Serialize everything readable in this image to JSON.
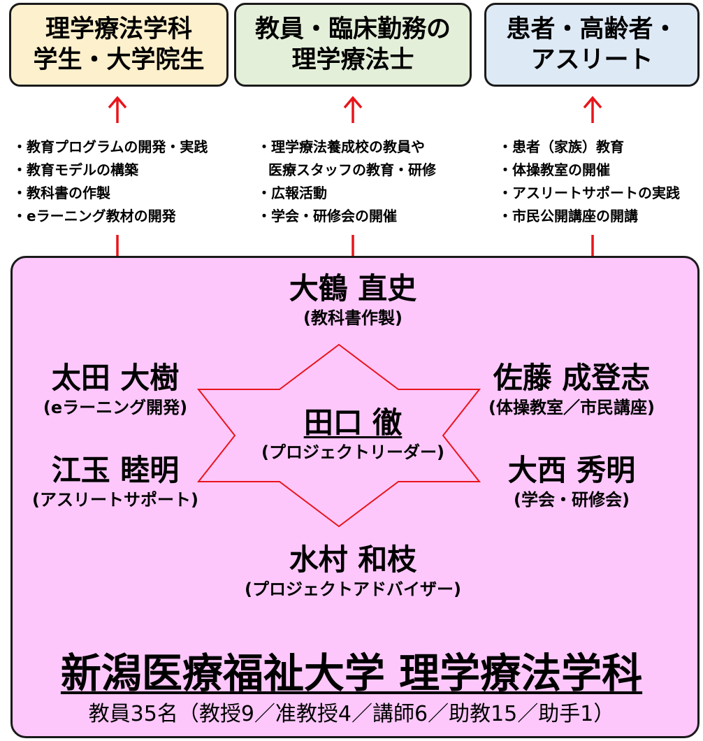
{
  "stakeholders": [
    {
      "line1": "理学療法学科",
      "line2": "学生・大学院生",
      "color": "#fdf0cc"
    },
    {
      "line1": "教員・臨床勤務の",
      "line2": "理学療法士",
      "color": "#e4efd9"
    },
    {
      "line1": "患者・高齢者・",
      "line2": "アスリート",
      "color": "#dde9f5"
    }
  ],
  "activities": {
    "students": [
      "・教育プログラムの開発・実践",
      "・教育モデルの構築",
      "・教科書の作製",
      "・eラーニング教材の開発"
    ],
    "faculty": [
      "・理学療法養成校の教員や",
      "医療スタッフの教育・研修",
      "・広報活動",
      "・学会・研修会の開催"
    ],
    "patients": [
      "・患者（家族）教育",
      "・体操教室の開催",
      "・アスリートサポートの実践",
      "・市民公開講座の開講"
    ]
  },
  "members": {
    "otsuru": {
      "name": "大鶴 直史",
      "role": "(教科書作製)"
    },
    "ota": {
      "name": "太田 大樹",
      "role": "(eラーニング開発)"
    },
    "sato": {
      "name": "佐藤 成登志",
      "role": "(体操教室／市民講座)"
    },
    "emoto": {
      "name": "江玉 睦明",
      "role": "(アスリートサポート)"
    },
    "onishi": {
      "name": "大西 秀明",
      "role": "(学会・研修会)"
    },
    "mizumura": {
      "name": "水村 和枝",
      "role": "(プロジェクトアドバイザー)"
    },
    "taguchi": {
      "name": "田口 徹",
      "role": "(プロジェクトリーダー)"
    }
  },
  "department": {
    "title": "新潟医療福祉大学 理学療法学科",
    "staff": "教員35名（教授9／准教授4／講師6／助教15／助手1）"
  },
  "colors": {
    "panel": "#fdc7fb",
    "star": "#e8141c",
    "arrow": "#e8141c"
  }
}
